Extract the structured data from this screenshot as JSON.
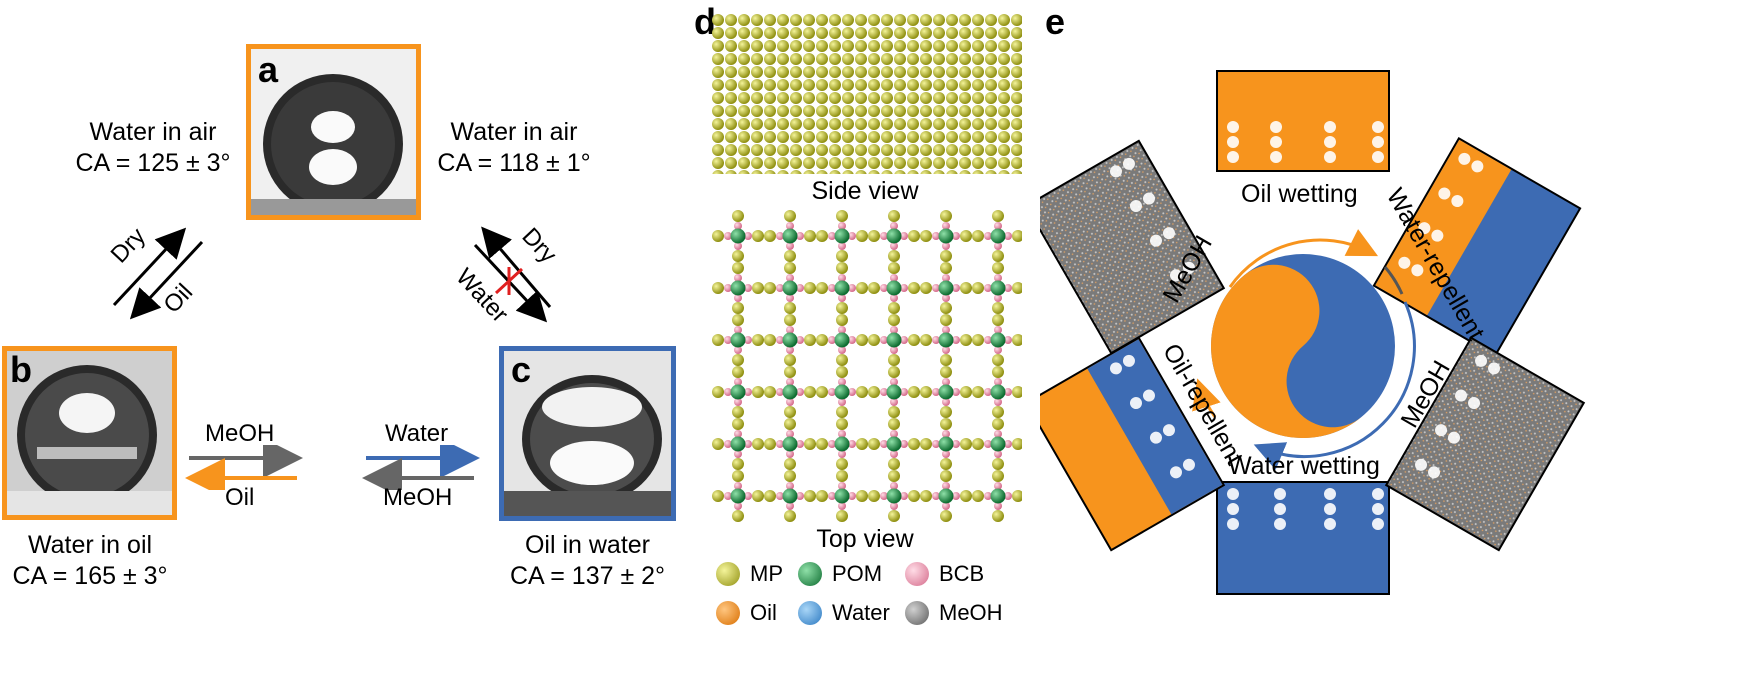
{
  "panels": {
    "a": {
      "letter": "a",
      "left_caption": [
        "Water in air",
        "CA = 125 ± 3°"
      ],
      "right_caption": [
        "Water in air",
        "CA = 118 ± 1°"
      ]
    },
    "b": {
      "letter": "b",
      "caption": [
        "Water in oil",
        "CA = 165 ± 3°"
      ]
    },
    "c": {
      "letter": "c",
      "caption": [
        "Oil in water",
        "CA = 137 ± 2°"
      ]
    },
    "d": {
      "letter": "d",
      "side_view": "Side view",
      "top_view": "Top view"
    },
    "e": {
      "letter": "e"
    }
  },
  "arrows": {
    "a_b": {
      "up": "Dry",
      "down": "Oil"
    },
    "a_c": {
      "up": "Dry",
      "down": "Water"
    },
    "b_mid": {
      "right": "MeOH",
      "left": "Oil"
    },
    "mid_c": {
      "right": "Water",
      "left": "MeOH"
    }
  },
  "legend": [
    {
      "label": "MP",
      "color": "#c8c832"
    },
    {
      "label": "POM",
      "color": "#1e9e50"
    },
    {
      "label": "BCB",
      "color": "#f08caa"
    },
    {
      "label": "Oil",
      "color": "#f7941d"
    },
    {
      "label": "Water",
      "color": "#3a8fd6"
    },
    {
      "label": "MeOH",
      "color": "#808080"
    }
  ],
  "cycle": {
    "top": "Oil wetting",
    "top_right": "Water-repellent",
    "bottom_right": "MeOH",
    "bottom": "Water wetting",
    "bottom_left": "Oil-repellent",
    "top_left": "MeOH"
  },
  "colors": {
    "oil": "#f7941d",
    "water": "#3d6bb3",
    "meoh": "#808080",
    "accent_red": "#e02020"
  }
}
